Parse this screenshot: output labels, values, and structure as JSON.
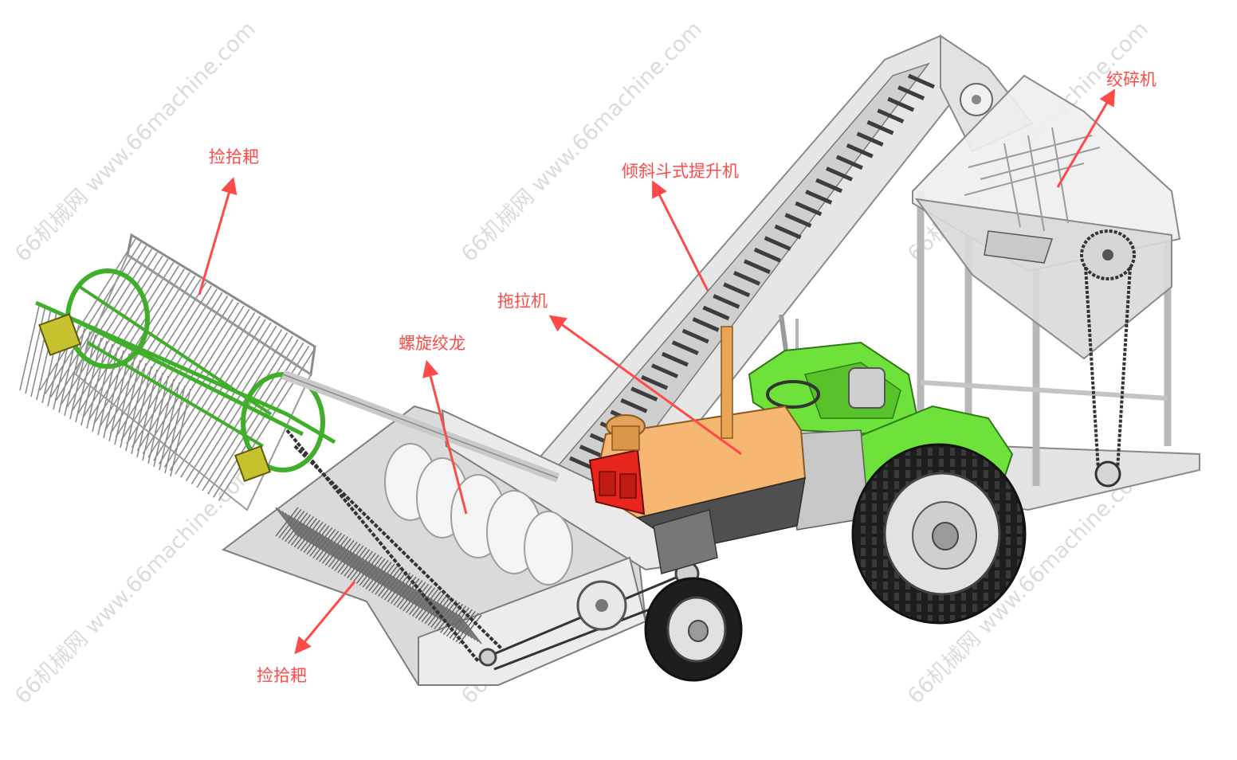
{
  "labels": {
    "pickup_rake_top": "捡拾耙",
    "elevator": "倾斜斗式提升机",
    "crusher": "绞碎机",
    "tractor": "拖拉机",
    "screw_auger": "螺旋绞龙",
    "pickup_rake_bottom": "捡拾耙"
  },
  "watermark": "66机械网 www.66machine.com",
  "colors": {
    "label": "#ff4a4a",
    "tractor_body": "#6ee23a",
    "engine_hood": "#f5b772",
    "engine_front": "#e8261e",
    "rake_frame": "#3fae2a",
    "steel": "#dcdcdc",
    "steel_dark": "#9a9a9a",
    "tire": "#222222"
  }
}
